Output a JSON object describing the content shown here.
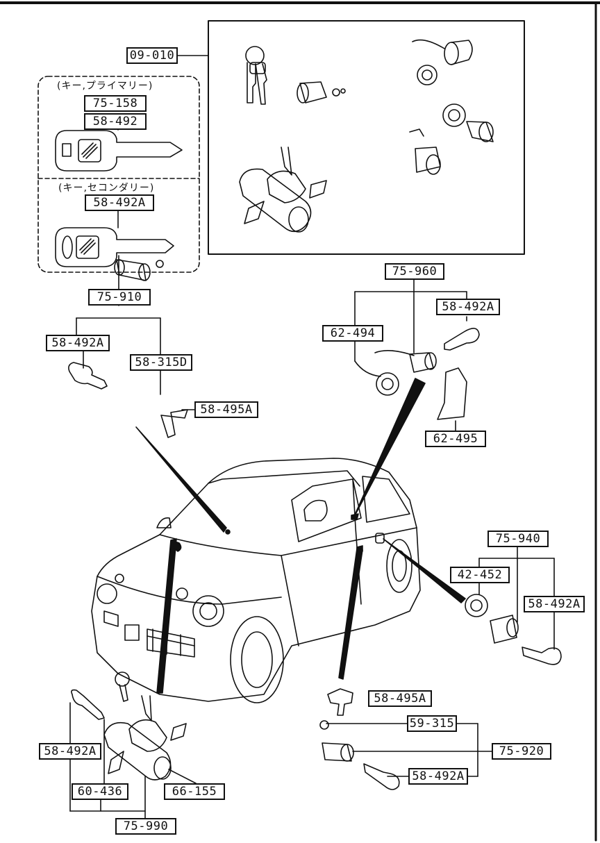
{
  "colors": {
    "ink": "#111111",
    "paper": "#ffffff"
  },
  "notes": {
    "primary_key": "(キー,プライマリー)",
    "secondary_key": "(キー,セコンダリー)"
  },
  "labels": {
    "kit_set": "09-010",
    "primary_key_code": "75-158",
    "primary_key_blank": "58-492",
    "secondary_key_blank": "58-492A",
    "rear_hatch_lock": "75-910",
    "rear_hatch_key": "58-492A",
    "rear_hatch_clip": "58-315D",
    "rear_hatch_retainer": "58-495A",
    "right_door_lock": "75-960",
    "right_door_key": "58-492A",
    "right_door_spring": "62-494",
    "right_door_cover": "62-495",
    "fuel_lid_lock": "75-940",
    "fuel_lid_ring": "42-452",
    "fuel_lid_key": "58-492A",
    "left_door_retainer": "58-495A",
    "left_door_clip": "59-315",
    "left_door_lock": "75-920",
    "left_door_key": "58-492A",
    "ignition_key": "58-492A",
    "ignition_bolt": "60-436",
    "ignition_lock": "66-155",
    "steering_lock_set": "75-990"
  }
}
